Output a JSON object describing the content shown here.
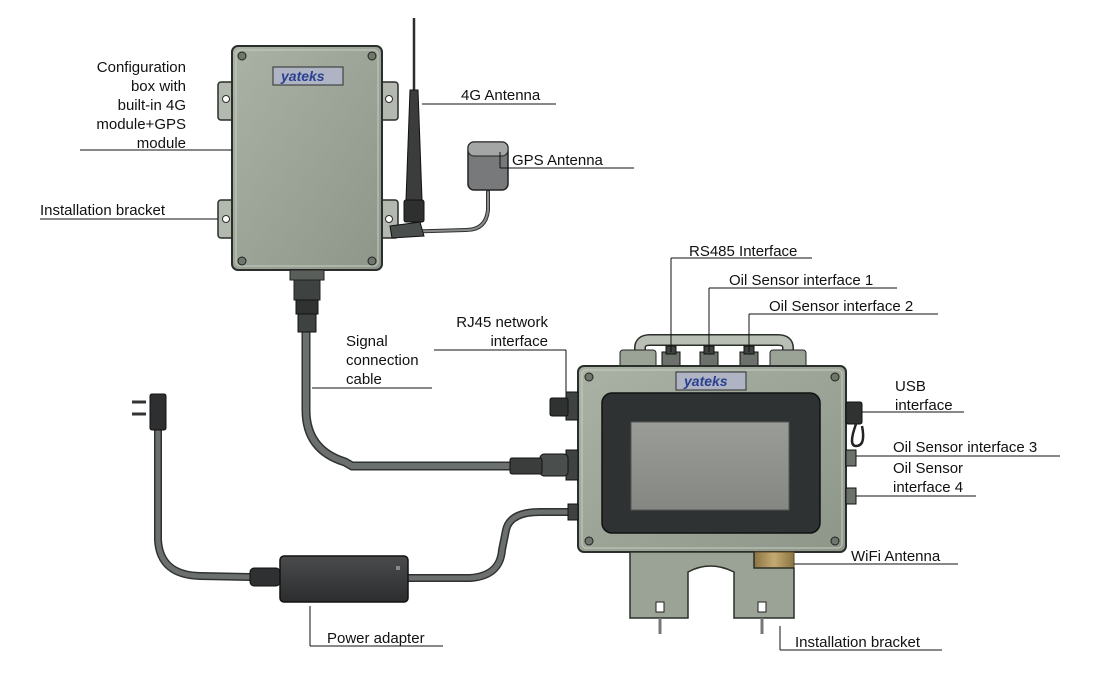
{
  "labels": {
    "config_box": [
      "Configuration",
      "box with",
      "built-in 4G",
      "module+GPS",
      "module"
    ],
    "bracket_top": "Installation bracket",
    "antenna_4g": "4G Antenna",
    "gps_antenna": "GPS Antenna",
    "rs485": "RS485 Interface",
    "oil1": "Oil Sensor interface 1",
    "oil2": "Oil Sensor interface 2",
    "rj45": [
      "RJ45 network",
      "interface"
    ],
    "signal_cable": [
      "Signal",
      "connection",
      "cable"
    ],
    "usb": [
      "USB",
      "interface"
    ],
    "oil3": "Oil Sensor interface 3",
    "oil4": [
      "Oil Sensor",
      "interface 4"
    ],
    "wifi": "WiFi Antenna",
    "power_adapter": "Power adapter",
    "bracket_bottom": "Installation bracket"
  },
  "logo_text": "yateks",
  "colors": {
    "enclosure": "#9aa396",
    "enclosure_edge": "#2b2f2b",
    "screen_bezel": "#2f3233",
    "screen": "#8f918d",
    "cable": "#4c4f4e",
    "adapter": "#3a3b3c",
    "brass": "#a88e58",
    "logo": "#2a3f8f"
  }
}
